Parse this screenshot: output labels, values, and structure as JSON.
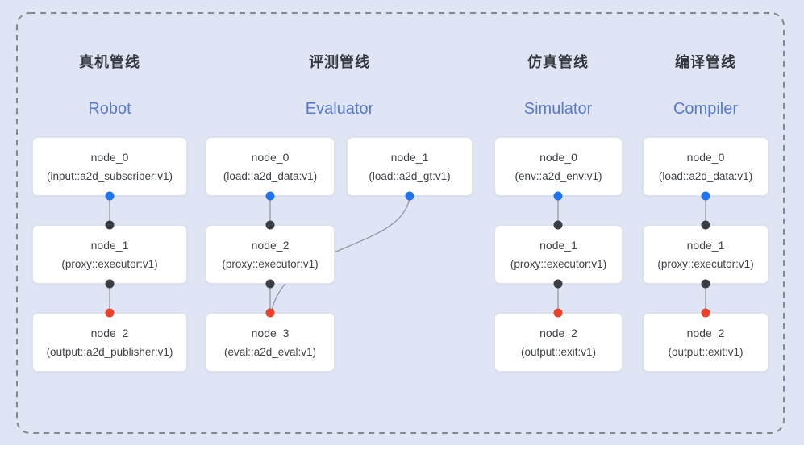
{
  "pipelines": [
    {
      "title_zh": "真机管线",
      "title_en": "Robot",
      "nodes": [
        {
          "name": "node_0",
          "type": "(input::a2d_subscriber:v1)"
        },
        {
          "name": "node_1",
          "type": "(proxy::executor:v1)"
        },
        {
          "name": "node_2",
          "type": "(output::a2d_publisher:v1)"
        }
      ]
    },
    {
      "title_zh": "评测管线",
      "title_en": "Evaluator",
      "nodes": [
        {
          "name": "node_0",
          "type": "(load::a2d_data:v1)"
        },
        {
          "name": "node_1",
          "type": "(load::a2d_gt:v1)"
        },
        {
          "name": "node_2",
          "type": "(proxy::executor:v1)"
        },
        {
          "name": "node_3",
          "type": "(eval::a2d_eval:v1)"
        }
      ]
    },
    {
      "title_zh": "仿真管线",
      "title_en": "Simulator",
      "nodes": [
        {
          "name": "node_0",
          "type": "(env::a2d_env:v1)"
        },
        {
          "name": "node_1",
          "type": "(proxy::executor:v1)"
        },
        {
          "name": "node_2",
          "type": "(output::exit:v1)"
        }
      ]
    },
    {
      "title_zh": "编译管线",
      "title_en": "Compiler",
      "nodes": [
        {
          "name": "node_0",
          "type": "(load::a2d_data:v1)"
        },
        {
          "name": "node_1",
          "type": "(proxy::executor:v1)"
        },
        {
          "name": "node_2",
          "type": "(output::exit:v1)"
        }
      ]
    }
  ],
  "colors": {
    "panel_bg": "#dfe5f4",
    "dash_border": "#85898f",
    "edge_line": "#9098a6",
    "port_input": "#2273e8",
    "port_mid": "#3a3e43",
    "port_output": "#e8412c",
    "title_zh_color": "#33373d",
    "title_en_color": "#5b7ac6",
    "node_bg": "#ffffff",
    "node_border": "#dfe2ea",
    "node_text": "#3e4248"
  }
}
